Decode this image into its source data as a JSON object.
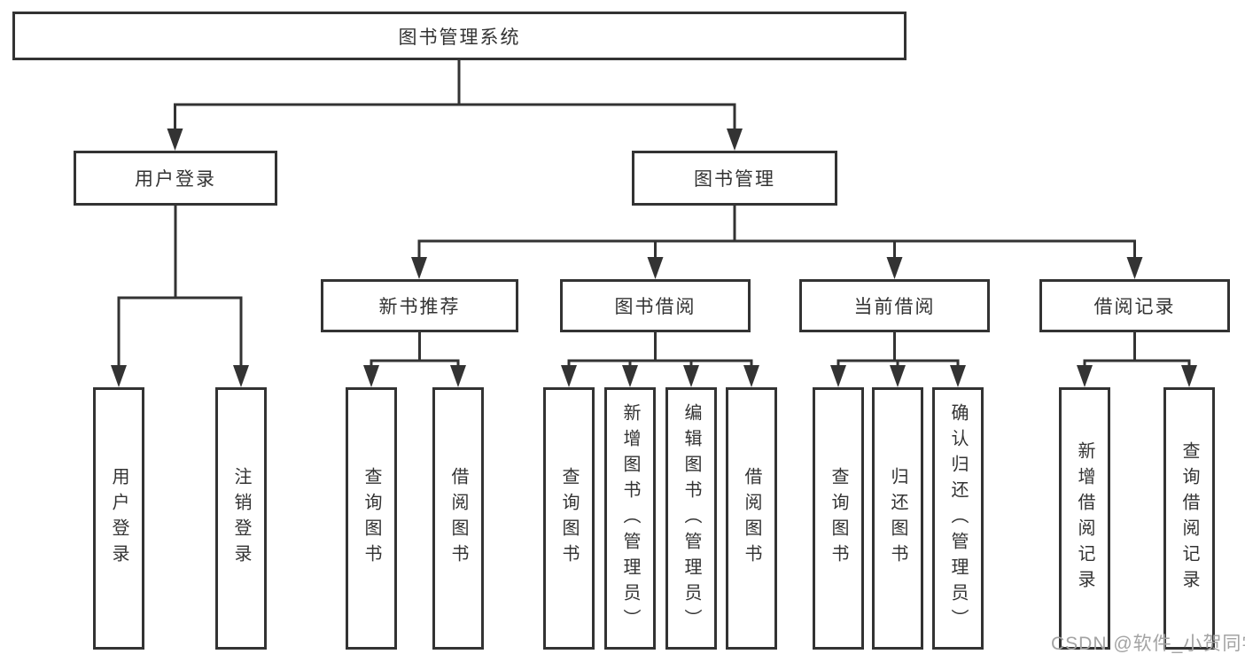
{
  "ink_color": "#333333",
  "watermark": {
    "text": "CSDN @软件_小贺同学",
    "color": "#a3a3a3"
  },
  "tree": {
    "root": {
      "label": "图书管理系统"
    },
    "branches": [
      {
        "label": "用户登录",
        "children": [
          {
            "label": "用户登录"
          },
          {
            "label": "注销登录"
          }
        ]
      },
      {
        "label": "图书管理",
        "children": [
          {
            "label": "新书推荐",
            "children": [
              {
                "label": "查询图书"
              },
              {
                "label": "借阅图书"
              }
            ]
          },
          {
            "label": "图书借阅",
            "children": [
              {
                "label": "查询图书"
              },
              {
                "label": "新增图书（管理员）"
              },
              {
                "label": "编辑图书（管理员）"
              },
              {
                "label": "借阅图书"
              }
            ]
          },
          {
            "label": "当前借阅",
            "children": [
              {
                "label": "查询图书"
              },
              {
                "label": "归还图书"
              },
              {
                "label": "确认归还（管理员）"
              }
            ]
          },
          {
            "label": "借阅记录",
            "children": [
              {
                "label": "新增借阅记录"
              },
              {
                "label": "查询借阅记录"
              }
            ]
          }
        ]
      }
    ]
  }
}
